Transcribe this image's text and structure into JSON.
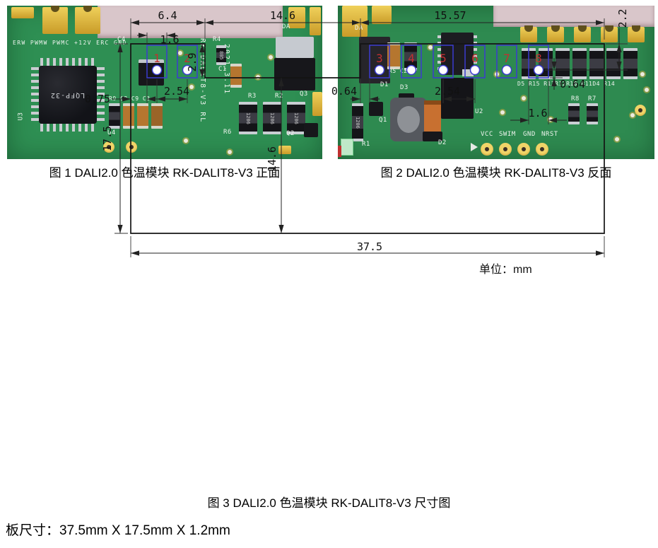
{
  "figures": {
    "fig1_caption": "图 1 DALI2.0 色温模块 RK-DALIT8-V3 正面",
    "fig2_caption": "图 2 DALI2.0 色温模块 RK-DALIT8-V3 反面",
    "fig3_caption": "图 3 DALI2.0 色温模块 RK-DALIT8-V3 尺寸图",
    "unit_label": "单位：mm",
    "board_size_note": "板尺寸：37.5mm X 17.5mm X 1.2mm"
  },
  "pcb_front": {
    "silkscreen_header": "ERW PWMW PWMC +12V ERC GND",
    "chip_marking": "LQFP-32",
    "ver_text_model": "RK-DALIT8-V3 RL",
    "ver_text_date": "2021.3.11",
    "part_marking_805": "805",
    "part_marking_1206": "1206",
    "labels": {
      "u3": "U3",
      "u4": "U4",
      "c4": "C4",
      "r4": "R4",
      "c1": "C1",
      "r3": "R3",
      "r2": "R2",
      "q3": "Q3",
      "q2": "Q2",
      "r6": "R6",
      "row_caps": "R9 C8 C9 C3",
      "da": "DA"
    }
  },
  "pcb_back": {
    "part_marking_1206": "1206",
    "labels": {
      "da": "DA",
      "r5c2": "R5 C2",
      "d1": "D1",
      "d3": "D3",
      "u2": "U2",
      "q1": "Q1",
      "r1": "R1",
      "d2": "D2",
      "res_row": "D5 R15 R13R12R10 R11D4 R14",
      "r8": "R8",
      "r7": "R7",
      "vcc": "VCC",
      "swim": "SWIM",
      "gnd": "GND",
      "nrst": "NRST"
    }
  },
  "dimensions": {
    "top_left": "6.4",
    "top_mid": "14.6",
    "top_right": "15.57",
    "right_top": "2.2",
    "pad_w_left": "1.6",
    "step_depth": "2.9",
    "edge_to_pad": "0.75",
    "pitch_left": "2.54",
    "gap_right_sec": "0.64",
    "pitch_right": "2.54",
    "pad_w_right": "1.6",
    "hole_offset": "0.64",
    "height_total": "17.5",
    "depth_mid": "14.6",
    "width_total": "37.5",
    "pad_numbers": [
      "1",
      "2",
      "3",
      "4",
      "5",
      "6",
      "7",
      "8"
    ]
  }
}
